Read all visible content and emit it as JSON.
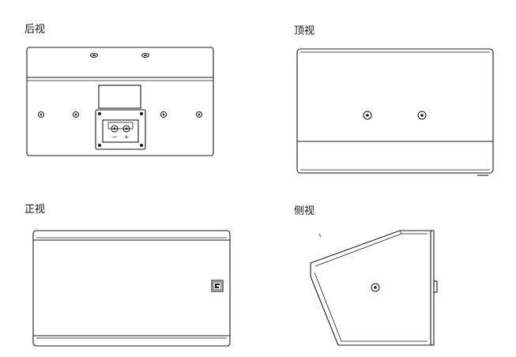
{
  "views": {
    "rear": {
      "label": "后视"
    },
    "top": {
      "label": "顶视"
    },
    "front": {
      "label": "正视"
    },
    "side": {
      "label": "侧视"
    }
  },
  "terminal": {
    "minus": "−",
    "plus": "+"
  }
}
